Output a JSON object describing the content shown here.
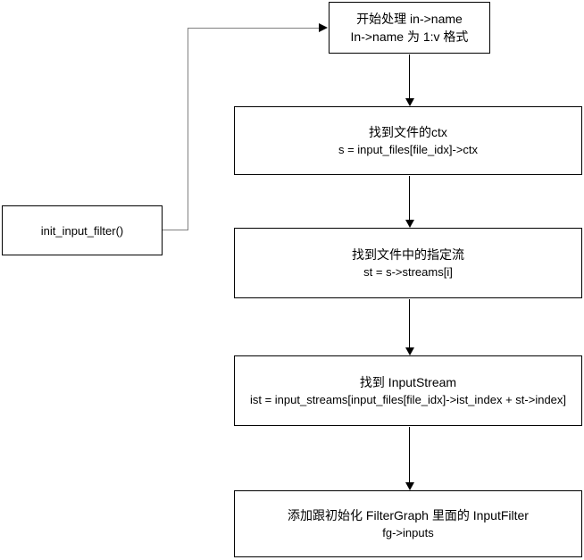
{
  "diagram": {
    "background_color": "#ffffff",
    "box_border_color": "#000000",
    "arrow_color": "#000000",
    "connector_color": "#808080",
    "nodes": {
      "start": {
        "line1": "开始处理 in->name",
        "line2": "In->name 为 1:v 格式"
      },
      "init": {
        "label": "init_input_filter()"
      },
      "find_ctx": {
        "title": "找到文件的ctx",
        "code": "s = input_files[file_idx]->ctx"
      },
      "find_stream": {
        "title": "找到文件中的指定流",
        "code": "st = s->streams[i]"
      },
      "find_inputstream": {
        "title": "找到 InputStream",
        "code": "ist = input_streams[input_files[file_idx]->ist_index + st->index]"
      },
      "add_inputfilter": {
        "title": "添加跟初始化 FilterGraph 里面的 InputFilter",
        "code": "fg->inputs"
      }
    }
  }
}
